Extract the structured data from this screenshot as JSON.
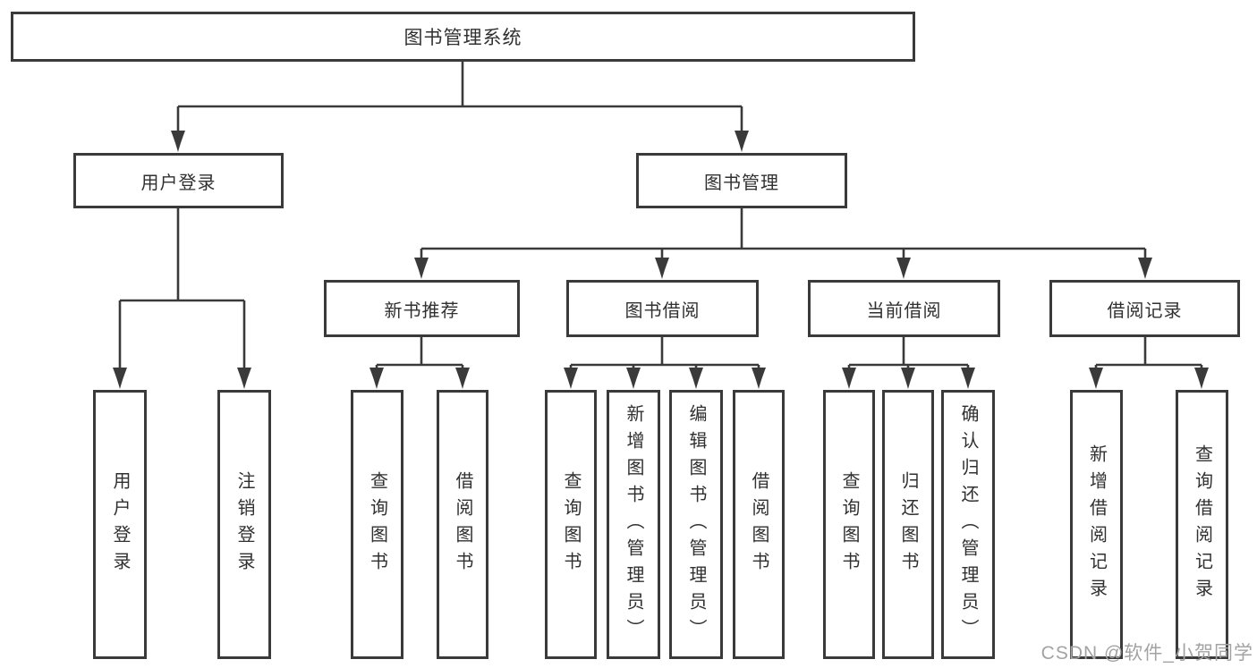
{
  "colors": {
    "line": "#3a3a3a",
    "text": "#303030",
    "box_fill": "#ffffff",
    "watermark": "#a3a3a3",
    "background": "#ffffff"
  },
  "tree": {
    "root": "图书管理系统",
    "branches": [
      {
        "label": "用户登录",
        "leaves": [
          "用户登录",
          "注销登录"
        ]
      },
      {
        "label": "图书管理",
        "groups": [
          {
            "label": "新书推荐",
            "leaves": [
              "查询图书",
              "借阅图书"
            ]
          },
          {
            "label": "图书借阅",
            "leaves": [
              "查询图书",
              "新增图书（管理员）",
              "编辑图书（管理员）",
              "借阅图书"
            ]
          },
          {
            "label": "当前借阅",
            "leaves": [
              "查询图书",
              "归还图书",
              "确认归还（管理员）"
            ]
          },
          {
            "label": "借阅记录",
            "leaves": [
              "新增借阅记录",
              "查询借阅记录"
            ]
          }
        ]
      }
    ]
  },
  "watermark": "CSDN @软件_小贺同学"
}
